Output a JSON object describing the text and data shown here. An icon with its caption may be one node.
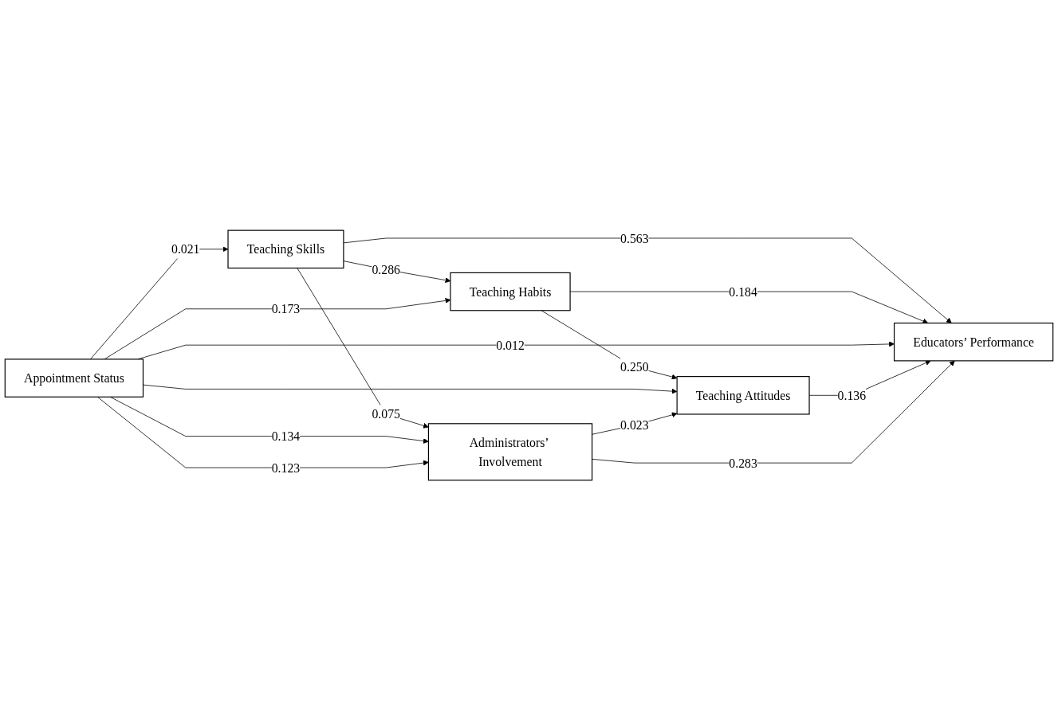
{
  "diagram": {
    "nodes": [
      {
        "text": [
          "Appointment Status"
        ]
      },
      {
        "text": [
          "Teaching Skills"
        ]
      },
      {
        "text": [
          "Teaching Habits"
        ]
      },
      {
        "text": [
          "Teaching Attitudes"
        ]
      },
      {
        "text": [
          "Educators’ Performance"
        ]
      },
      {
        "text": [
          "Administrators’ Involvement"
        ]
      }
    ],
    "edges": [
      {
        "from": 0,
        "to": 1,
        "arrow": "to",
        "label": "0.021"
      },
      {
        "from": 1,
        "to": 4,
        "arrow": "to",
        "label": "0.563"
      },
      {
        "from": 1,
        "to": 2,
        "arrow": "to",
        "label": "0.286"
      },
      {
        "from": 1,
        "to": 5,
        "arrow": "to",
        "label": "0.075"
      },
      {
        "from": 0,
        "to": 2,
        "arrow": "to",
        "label": "0.173"
      },
      {
        "from": 2,
        "to": 4,
        "arrow": "to",
        "label": "0.184"
      },
      {
        "from": 0,
        "to": 4,
        "arrow": "to",
        "label": "0.012"
      },
      {
        "from": 2,
        "to": 3,
        "arrow": "to",
        "label": "0.250"
      },
      {
        "from": 0,
        "to": 3,
        "arrow": "to"
      },
      {
        "from": 3,
        "to": 4,
        "arrow": "to",
        "label": "0.136"
      },
      {
        "from": 0,
        "to": 5,
        "arrow": "to",
        "label": "0.134"
      },
      {
        "from": 0,
        "to": 5,
        "arrow": "to",
        "label": "0.123"
      },
      {
        "from": 5,
        "to": 3,
        "arrow": "to",
        "label": "0.023"
      },
      {
        "from": 5,
        "to": 4,
        "arrow": "to",
        "label": "0.283"
      }
    ]
  }
}
